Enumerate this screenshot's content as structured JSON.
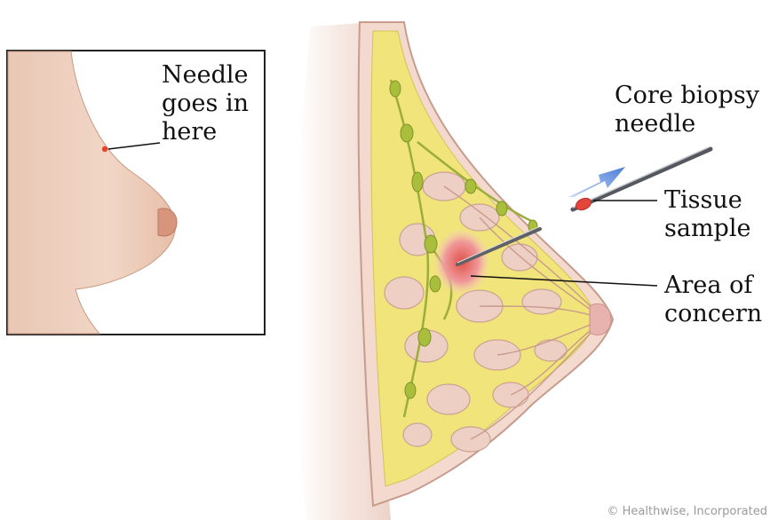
{
  "labels": {
    "needle_entry": [
      "Needle",
      "goes in",
      "here"
    ],
    "core_needle": [
      "Core biopsy",
      "needle"
    ],
    "tissue_sample": [
      "Tissue",
      "sample"
    ],
    "area_of_concern": [
      "Area of",
      "concern"
    ]
  },
  "copyright": "© Healthwise, Incorporated"
}
